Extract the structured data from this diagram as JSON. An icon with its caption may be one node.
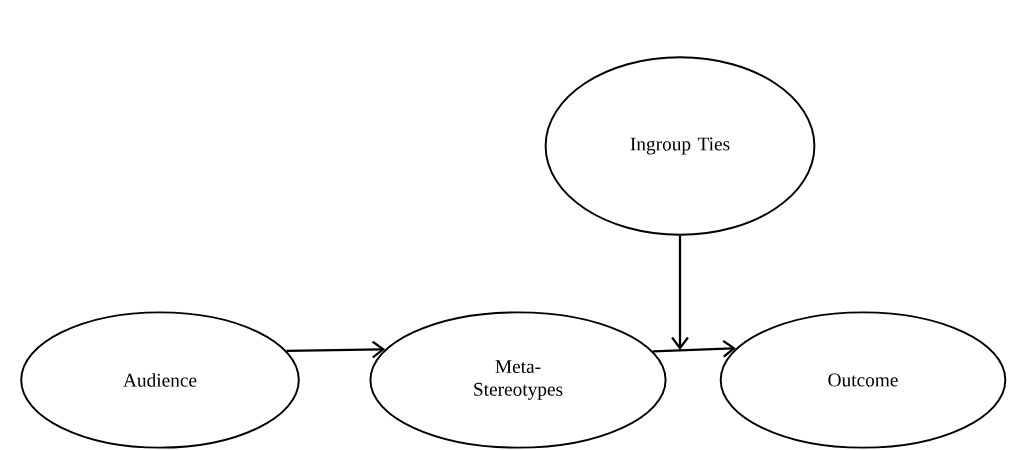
{
  "diagram": {
    "nodes": [
      {
        "text": [
          "Audience"
        ]
      },
      {
        "text": [
          "Meta-Stereotypes"
        ]
      },
      {
        "text": [
          "Outcome"
        ]
      },
      {
        "text": [
          "Ingroup Ties"
        ]
      }
    ],
    "edges": [
      {
        "from": 0,
        "to": 1,
        "arrow": "to"
      },
      {
        "from": 1,
        "to": 2,
        "arrow": "to"
      },
      {
        "from": 3,
        "to": null,
        "arrow": "to"
      }
    ]
  }
}
